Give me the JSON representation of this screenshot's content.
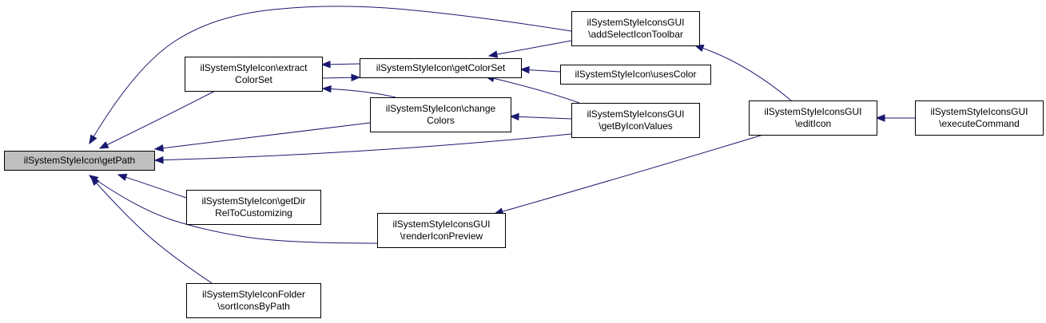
{
  "nodes": [
    {
      "id": "getPath",
      "lines": [
        "ilSystemStyleIcon\\getPath"
      ],
      "highlight": true
    },
    {
      "id": "extractColorSet",
      "lines": [
        "ilSystemStyleIcon\\extract",
        "ColorSet"
      ]
    },
    {
      "id": "getColorSet",
      "lines": [
        "ilSystemStyleIcon\\getColorSet"
      ]
    },
    {
      "id": "changeColors",
      "lines": [
        "ilSystemStyleIcon\\change",
        "Colors"
      ]
    },
    {
      "id": "getDirRelToCustomizing",
      "lines": [
        "ilSystemStyleIcon\\getDir",
        "RelToCustomizing"
      ]
    },
    {
      "id": "sortIconsByPath",
      "lines": [
        "ilSystemStyleIconFolder",
        "\\sortIconsByPath"
      ]
    },
    {
      "id": "addSelectIconToolbar",
      "lines": [
        "ilSystemStyleIconsGUI",
        "\\addSelectIconToolbar"
      ]
    },
    {
      "id": "usesColor",
      "lines": [
        "ilSystemStyleIcon\\usesColor"
      ]
    },
    {
      "id": "getByIconValues",
      "lines": [
        "ilSystemStyleIconsGUI",
        "\\getByIconValues"
      ]
    },
    {
      "id": "renderIconPreview",
      "lines": [
        "ilSystemStyleIconsGUI",
        "\\renderIconPreview"
      ]
    },
    {
      "id": "editIcon",
      "lines": [
        "ilSystemStyleIconsGUI",
        "\\editIcon"
      ]
    },
    {
      "id": "executeCommand",
      "lines": [
        "ilSystemStyleIconsGUI",
        "\\executeCommand"
      ]
    }
  ],
  "edges": [
    {
      "from": "extractColorSet",
      "to": "getPath"
    },
    {
      "from": "changeColors",
      "to": "getPath"
    },
    {
      "from": "getByIconValues",
      "to": "getPath"
    },
    {
      "from": "addSelectIconToolbar",
      "to": "getPath"
    },
    {
      "from": "getDirRelToCustomizing",
      "to": "getPath"
    },
    {
      "from": "renderIconPreview",
      "to": "getPath"
    },
    {
      "from": "sortIconsByPath",
      "to": "getPath"
    },
    {
      "from": "getColorSet",
      "to": "extractColorSet"
    },
    {
      "from": "extractColorSet",
      "to": "getColorSet"
    },
    {
      "from": "changeColors",
      "to": "extractColorSet"
    },
    {
      "from": "addSelectIconToolbar",
      "to": "getColorSet"
    },
    {
      "from": "usesColor",
      "to": "getColorSet"
    },
    {
      "from": "getByIconValues",
      "to": "getColorSet"
    },
    {
      "from": "getByIconValues",
      "to": "changeColors"
    },
    {
      "from": "editIcon",
      "to": "addSelectIconToolbar"
    },
    {
      "from": "editIcon",
      "to": "renderIconPreview"
    },
    {
      "from": "executeCommand",
      "to": "editIcon"
    }
  ],
  "colors": {
    "edge": "#191970",
    "root_fill": "#bfbfbf",
    "node_fill": "#ffffff",
    "border": "#000000"
  }
}
